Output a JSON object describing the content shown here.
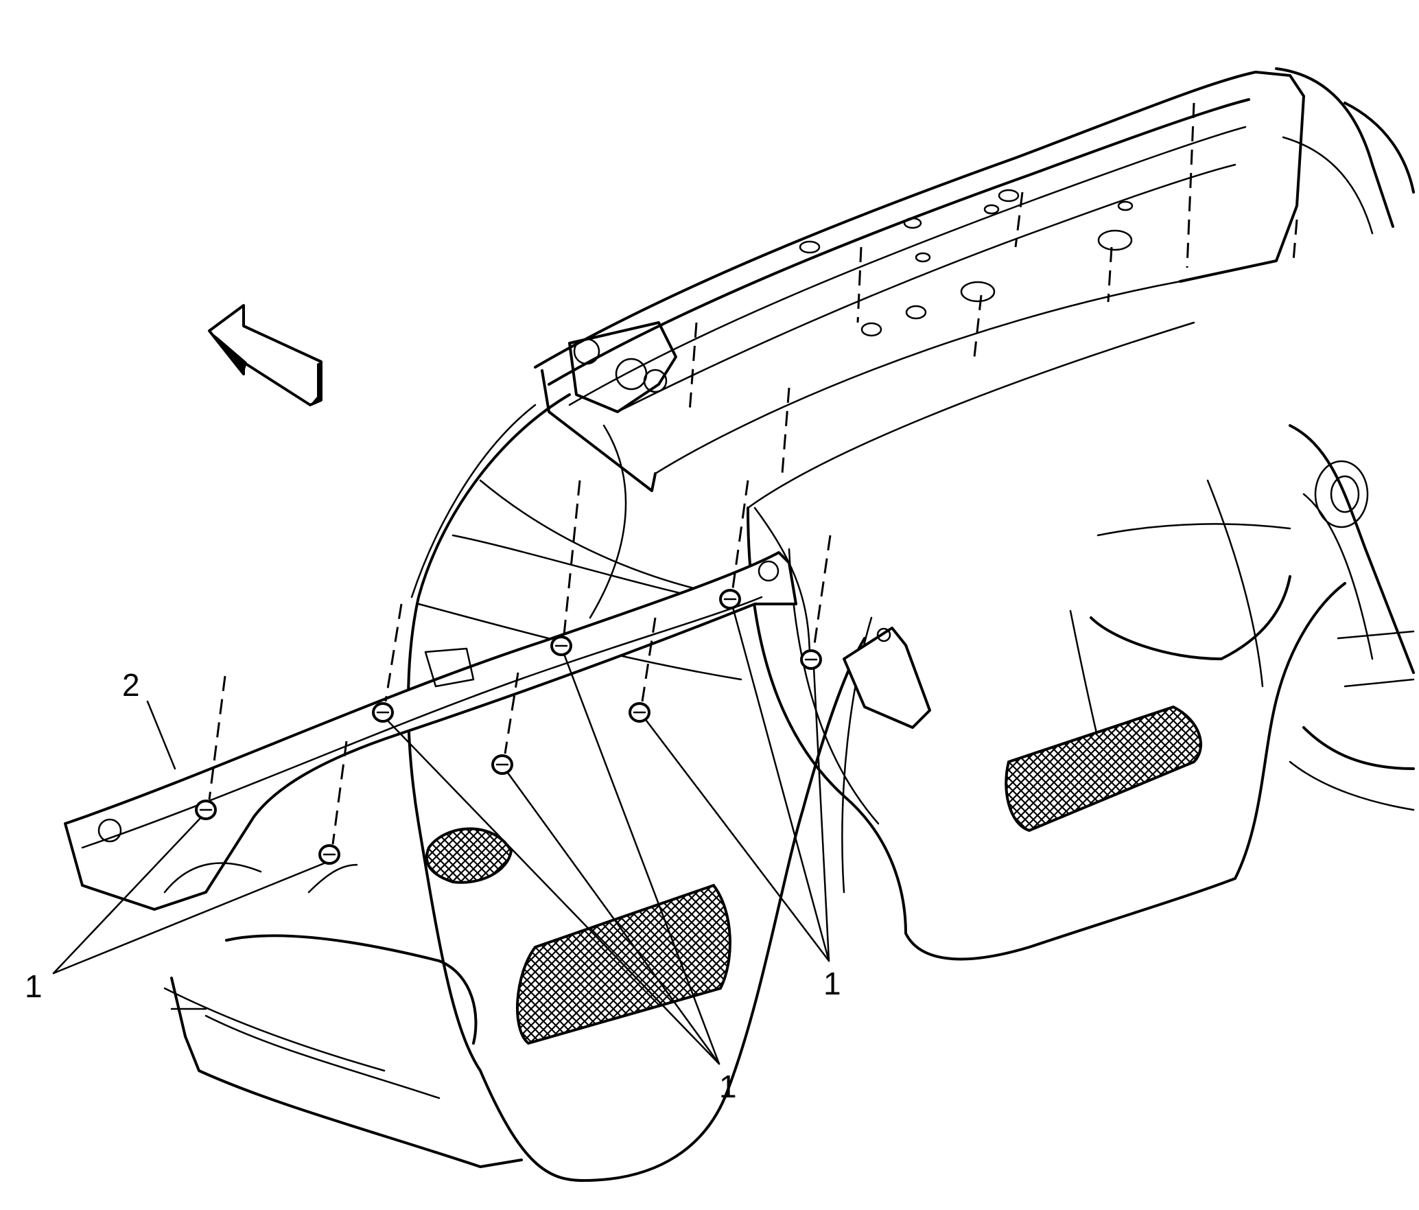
{
  "figure": {
    "callouts": [
      {
        "id": "part-2",
        "label": "2"
      },
      {
        "id": "fasteners-left",
        "label": "1"
      },
      {
        "id": "fasteners-center",
        "label": "1"
      },
      {
        "id": "fasteners-right",
        "label": "1"
      }
    ],
    "line_color": "#000000",
    "background": "#ffffff"
  }
}
